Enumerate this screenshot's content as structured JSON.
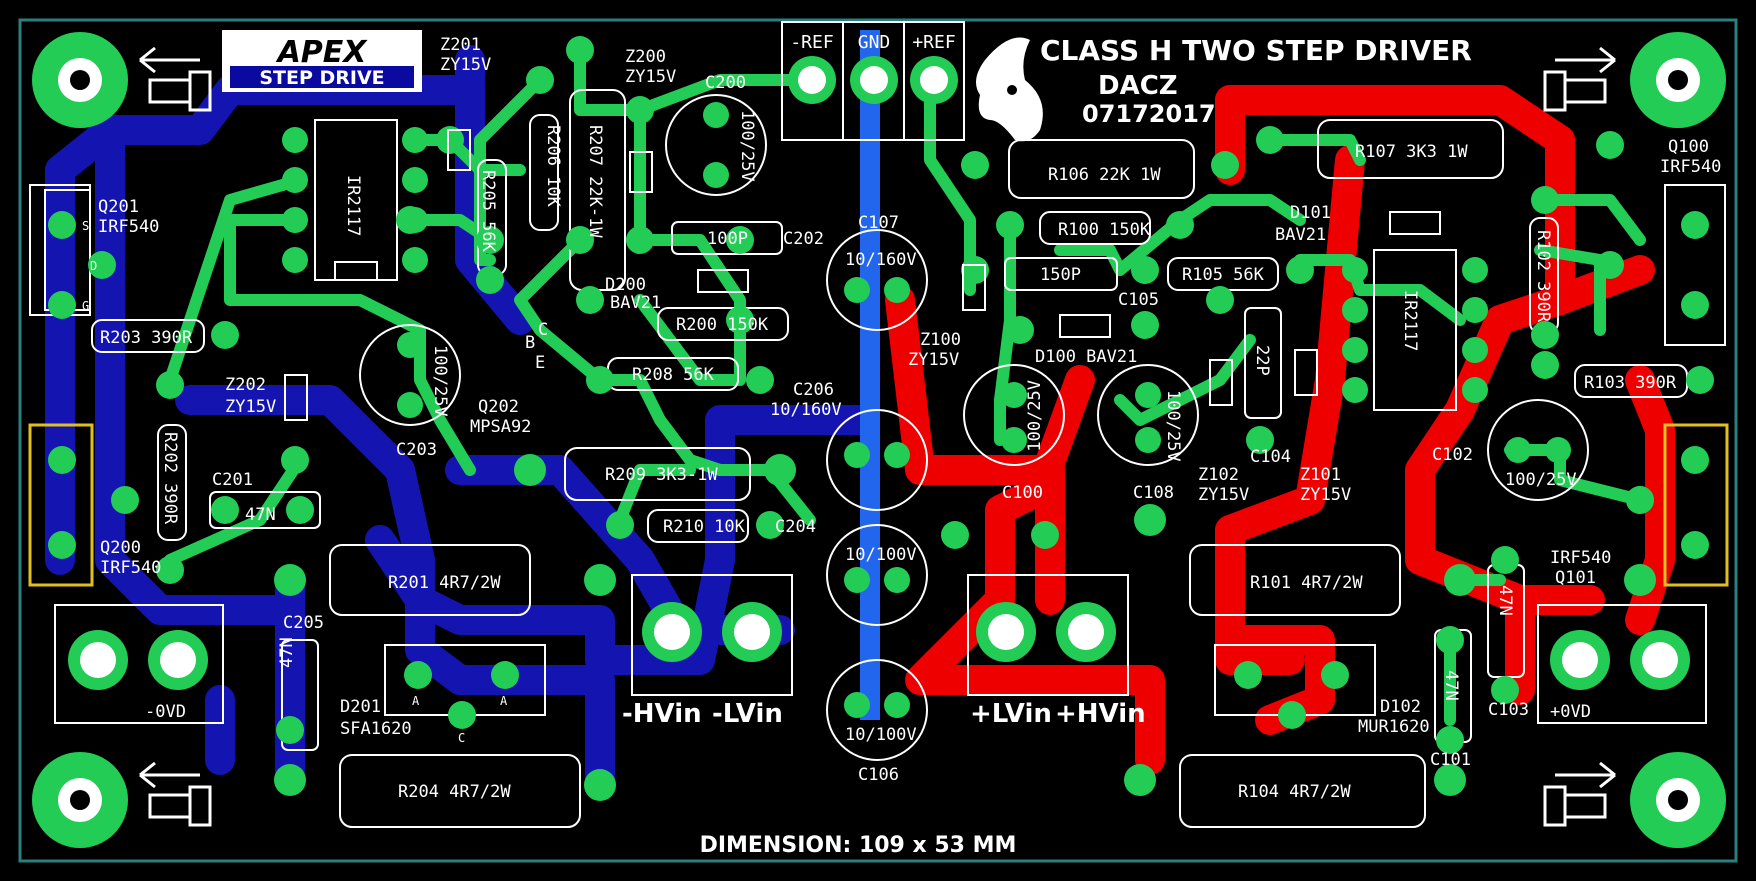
{
  "colors": {
    "background": "#000000",
    "border": "#2a7f7f",
    "green_trace": "#22cc55",
    "blue_fill": "#1414b0",
    "red_fill": "#ee0000",
    "silkscreen": "#ffffff",
    "pad_outline_yellow": "#e0c020"
  },
  "logo": {
    "line1": "APEX",
    "line2": "STEP DRIVE"
  },
  "header": {
    "title": "CLASS H TWO STEP DRIVER",
    "author": "DACZ",
    "date": "07172017",
    "bull_icon": "bull-head-icon"
  },
  "ref_connector": {
    "pins": [
      "-REF",
      "GND",
      "+REF"
    ]
  },
  "dimension": "DIMENSION: 109 x 53 MM",
  "labels": {
    "z201": "Z201",
    "z201_val": "ZY15V",
    "z200": "Z200",
    "z200_val": "ZY15V",
    "c200": "C200",
    "c200_val": "100/25V",
    "r205": "R205 56K",
    "r206": "R206 10K",
    "r207": "R207 22K-1W",
    "ir2117_left": "IR2117",
    "ir2117_right": "IR2117",
    "q201": "Q201",
    "q201_val": "IRF540",
    "r203": "R203 390R",
    "r202": "R202 390R",
    "q200": "Q200",
    "q200_val": "IRF540",
    "z202": "Z202",
    "z202_val": "ZY15V",
    "c201": "C201",
    "c201_val": "47N",
    "c203": "C203",
    "c203_cap_val": "100/25V",
    "q202": "Q202",
    "q202_val": "MPSA92",
    "q202_pins": [
      "B",
      "C",
      "E"
    ],
    "c100p": "100P",
    "c202": "C202",
    "d200": "D200",
    "d200_val": "BAV21",
    "r200": "R200 150K",
    "r208": "R208 56K",
    "c206": "C206",
    "c206_val": "10/160V",
    "r209": "R209 3K3-1W",
    "r210": "R210 10K",
    "c204": "C204",
    "r201": "R201 4R7/2W",
    "r204": "R204 4R7/2W",
    "c205": "C205",
    "c205_val": "47N",
    "d201": "D201",
    "d201_val": "SFA1620",
    "d_pins": [
      "A",
      "A",
      "C"
    ],
    "hvin_neg": "-HVin",
    "lvin_neg": "-LVin",
    "lvin_pos": "+LVin",
    "hvin_pos": "+HVin",
    "ovd_neg": "-0VD",
    "ovd_pos": "+0VD",
    "c107": "C107",
    "c107_val": "10/160V",
    "c106": "C106",
    "c106_val": "10/100V",
    "c_mid_val": "10/100V",
    "r106": "R106 22K 1W",
    "r100": "R100 150K",
    "c150p": "150P",
    "c105": "C105",
    "z100": "Z100",
    "z100_val": "ZY15V",
    "d100": "D100 BAV21",
    "c100": "C100",
    "c100_val": "100/25V",
    "c108": "C108",
    "c108_val": "100/25V",
    "r107": "R107 3K3 1W",
    "d101": "D101",
    "d101_val": "BAV21",
    "r105": "R105 56K",
    "c22p": "22P",
    "z102": "Z102",
    "z102_val": "ZY15V",
    "c104": "C104",
    "z101": "Z101",
    "z101_val": "ZY15V",
    "q100": "Q100",
    "q100_val": "IRF540",
    "r102": "R102 390R",
    "r103": "R103 390R",
    "c102": "C102",
    "c102_val": "100/25V",
    "q101_val": "IRF540",
    "q101": "Q101",
    "r101": "R101 4R7/2W",
    "r104": "R104 4R7/2W",
    "d102": "D102",
    "d102_val": "MUR1620",
    "c103": "C103",
    "c103_val": "47N",
    "c101": "C101",
    "c101_val": "47N",
    "mosfet_pins": [
      "S",
      "D",
      "G"
    ]
  }
}
